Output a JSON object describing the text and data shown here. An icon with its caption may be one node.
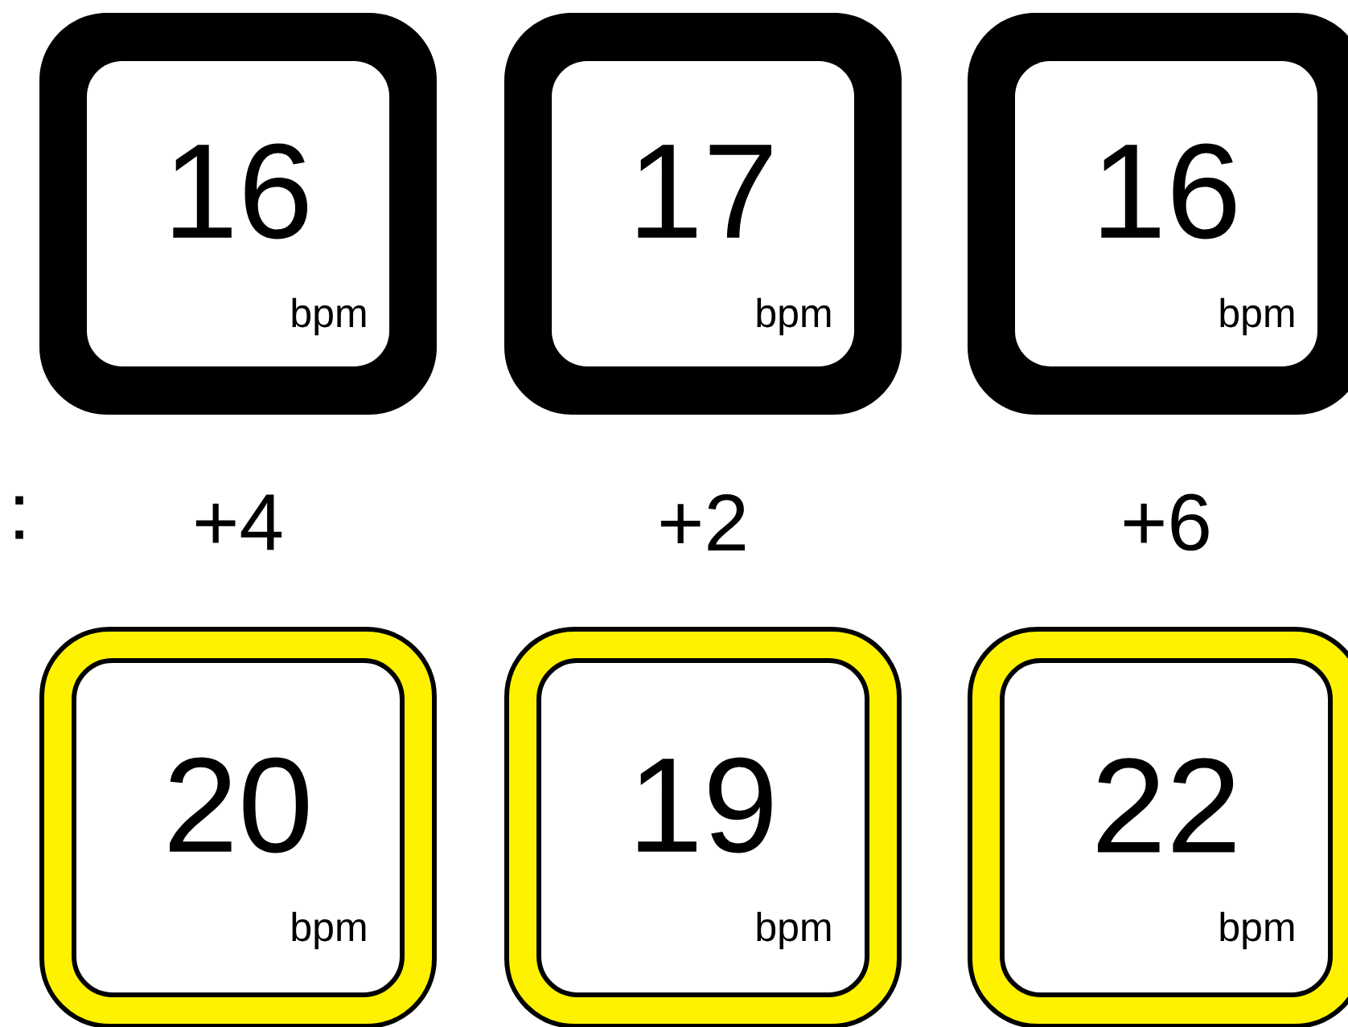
{
  "diagram": {
    "nodes": [
      {
        "text": [
          "16",
          "bpm"
        ]
      },
      {
        "text": [
          "17",
          "bpm"
        ]
      },
      {
        "text": [
          "16",
          "bpm"
        ]
      },
      {
        "text": [
          "20",
          "bpm"
        ]
      },
      {
        "text": [
          "19",
          "bpm"
        ]
      },
      {
        "text": [
          "22",
          "bpm"
        ]
      }
    ],
    "labels": [
      ":",
      "+4",
      "+2",
      "+6"
    ]
  }
}
